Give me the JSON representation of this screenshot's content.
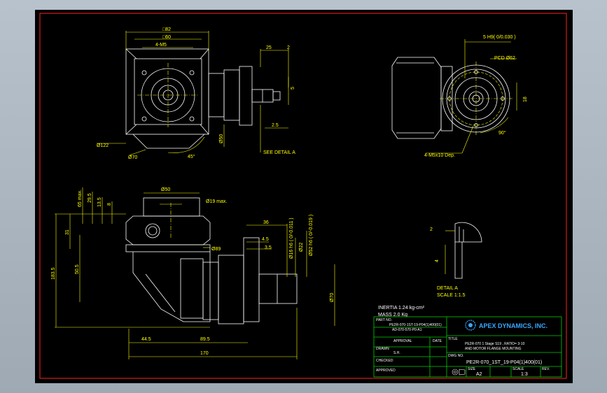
{
  "colors": {
    "background": "#000000",
    "border": "#ff2020",
    "outline": "#ffffff",
    "dimension": "#ffff00",
    "titleblock": "#00d000",
    "logo": "#38a8ff"
  },
  "top_left_view": {
    "dim_sq82": "□82",
    "dim_sq60": "□60",
    "dim_4m5": "4-M5",
    "dim_122": "Ø122",
    "dim_70": "Ø70",
    "dim_45": "45°",
    "dim_50": "Ø50",
    "dim_25": "25",
    "dim_2": "2",
    "dim_5": "5",
    "dim_r2_5": "2.5",
    "see_detail": "SEE DETAIL A"
  },
  "top_right_view": {
    "dim_key": "5 H9( 0/0.030 )",
    "pcd": "PCD Ø62",
    "dim_18": "18",
    "dim_90": "90°",
    "dim_holes": "4-M5x10 Dep."
  },
  "bottom_view": {
    "dim_50": "Ø50",
    "dim_19max": "Ø19 max.",
    "dim_65max": "65 max.",
    "dim_295": "29.5",
    "dim_135": "13.5",
    "dim_8": "8",
    "dim_31": "31",
    "dim_36": "36",
    "dim_4_5": "4.5",
    "dim_3_5": "3.5",
    "dim_16h6": "Ø16 h6 ( 0/-0.011 )",
    "dim_22": "Ø22",
    "dim_52h6": "Ø52 h6 ( 0/-0.019 )",
    "dim_89": "Ø89",
    "dim_70": "Ø70",
    "dim_1835": "183.5",
    "dim_505": "50.5",
    "dim_445": "44.5",
    "dim_895": "89.5",
    "dim_170": "170"
  },
  "detail": {
    "dim_2": "2",
    "dim_4": "4",
    "label": "DETAIL A",
    "scale": "SCALE 1:1.5"
  },
  "info": {
    "inertia": "INERTIA 1.24 kg-cm²",
    "mass": "MASS 2.0 Kg"
  },
  "titleblock": {
    "part_no_label": "PART NO.",
    "part_no_line1": "PE2R-070-1ST-19-P04(1)400(01)",
    "part_no_line2": "AD-070-570-P0-A1",
    "approval_label": "APPROVAL",
    "date_label": "DATE",
    "drawn_label": "DRAWN",
    "drawn_value": "S.H.",
    "checked_label": "CHECKED",
    "approved_label": "APPROVED",
    "company": "APEX DYNAMICS, INC.",
    "title_label": "TITLE",
    "title_line1": "PE2R-070 1 Stage S19 , RATIO= 3-10",
    "title_line2": "AND MOTOR FLANGE MOUNTING",
    "dwg_no_label": "DWG NO.",
    "dwg_no": "PE2R-070_1ST_19-P04(1)400(01)",
    "size_label": "SIZE",
    "size_value": "A2",
    "scale_label": "SCALE",
    "scale_value": "1:3",
    "rev_label": "REV."
  }
}
